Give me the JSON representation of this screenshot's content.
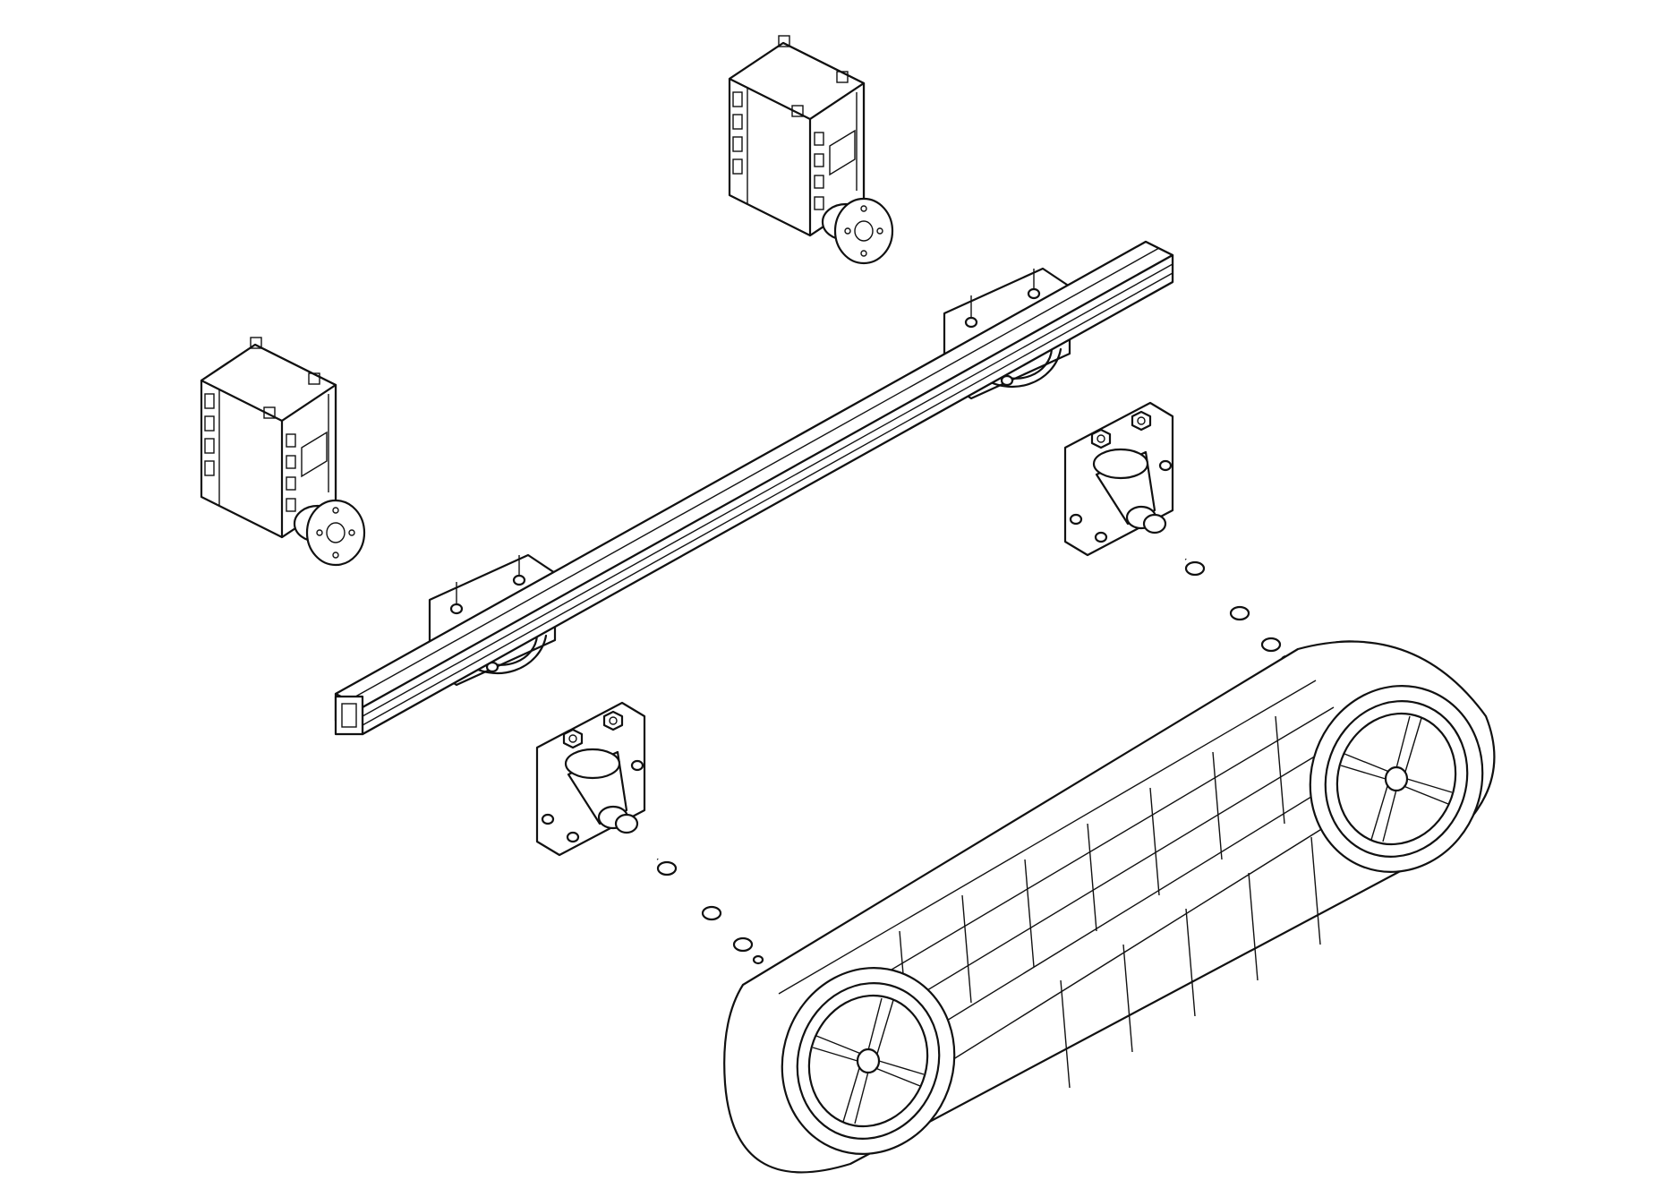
{
  "diagram": {
    "type": "exploded-assembly-line-drawing",
    "background": "#ffffff",
    "line_color": "#111111",
    "parts": [
      {
        "id": "servo-motor",
        "count": 2
      },
      {
        "id": "aluminum-extrusion-beam",
        "count": 1
      },
      {
        "id": "motor-mount-bracket",
        "count": 2
      },
      {
        "id": "flange-bearing-mount",
        "count": 2
      },
      {
        "id": "shaft-with-spacers",
        "count": 2
      },
      {
        "id": "tank-track-assembly",
        "count": 1
      }
    ]
  }
}
